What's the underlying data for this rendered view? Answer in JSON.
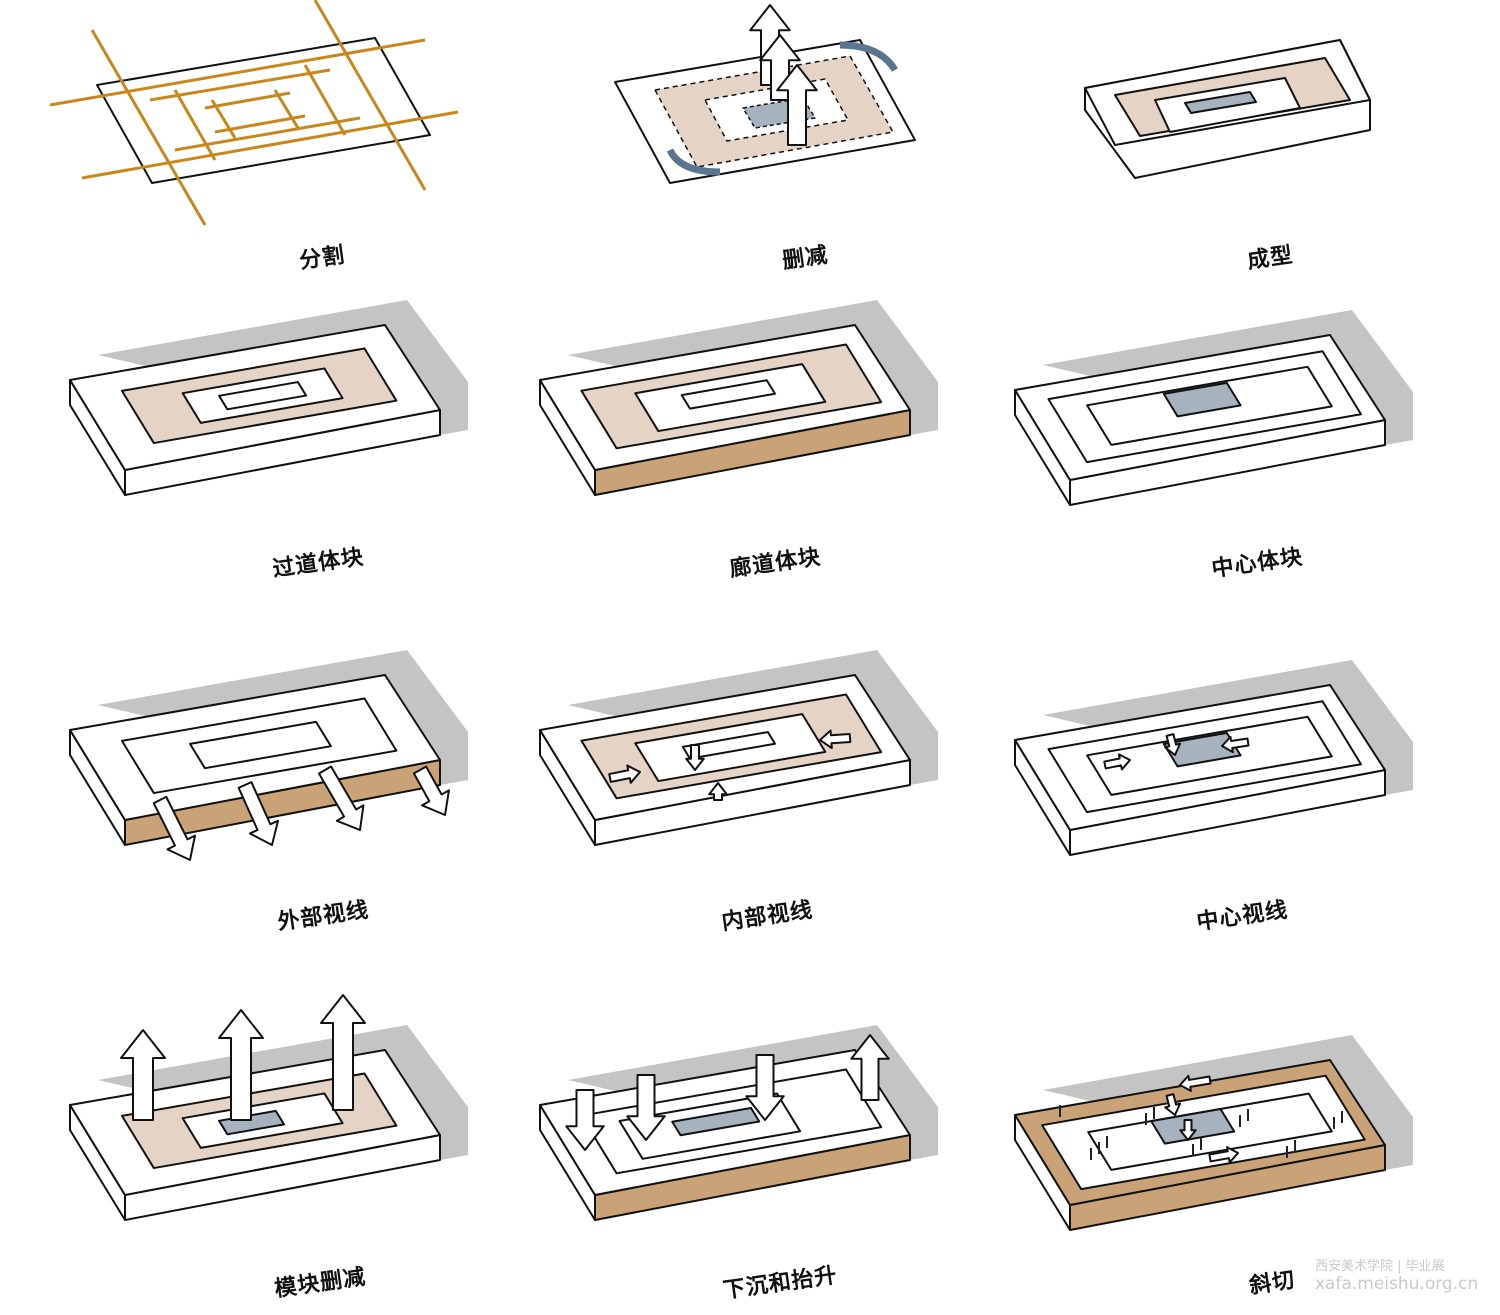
{
  "panels": [
    {
      "label": "分割"
    },
    {
      "label": "删减"
    },
    {
      "label": "成型"
    },
    {
      "label": "过道体块"
    },
    {
      "label": "廊道体块"
    },
    {
      "label": "中心体块"
    },
    {
      "label": "外部视线"
    },
    {
      "label": "内部视线"
    },
    {
      "label": "中心视线"
    },
    {
      "label": "模块删减"
    },
    {
      "label": "下沉和抬升"
    },
    {
      "label": "斜切"
    }
  ],
  "watermark": {
    "school": "西安美术学院 | 毕业展",
    "url": "xafa.meishu.org.cn"
  },
  "colors": {
    "beige": "#e5d3c6",
    "tan": "#c9a277",
    "glass": "#a7b2bf",
    "shadow": "#c4c4c4",
    "grid": "#c8861b",
    "arrow_blue": "#5a7590"
  }
}
